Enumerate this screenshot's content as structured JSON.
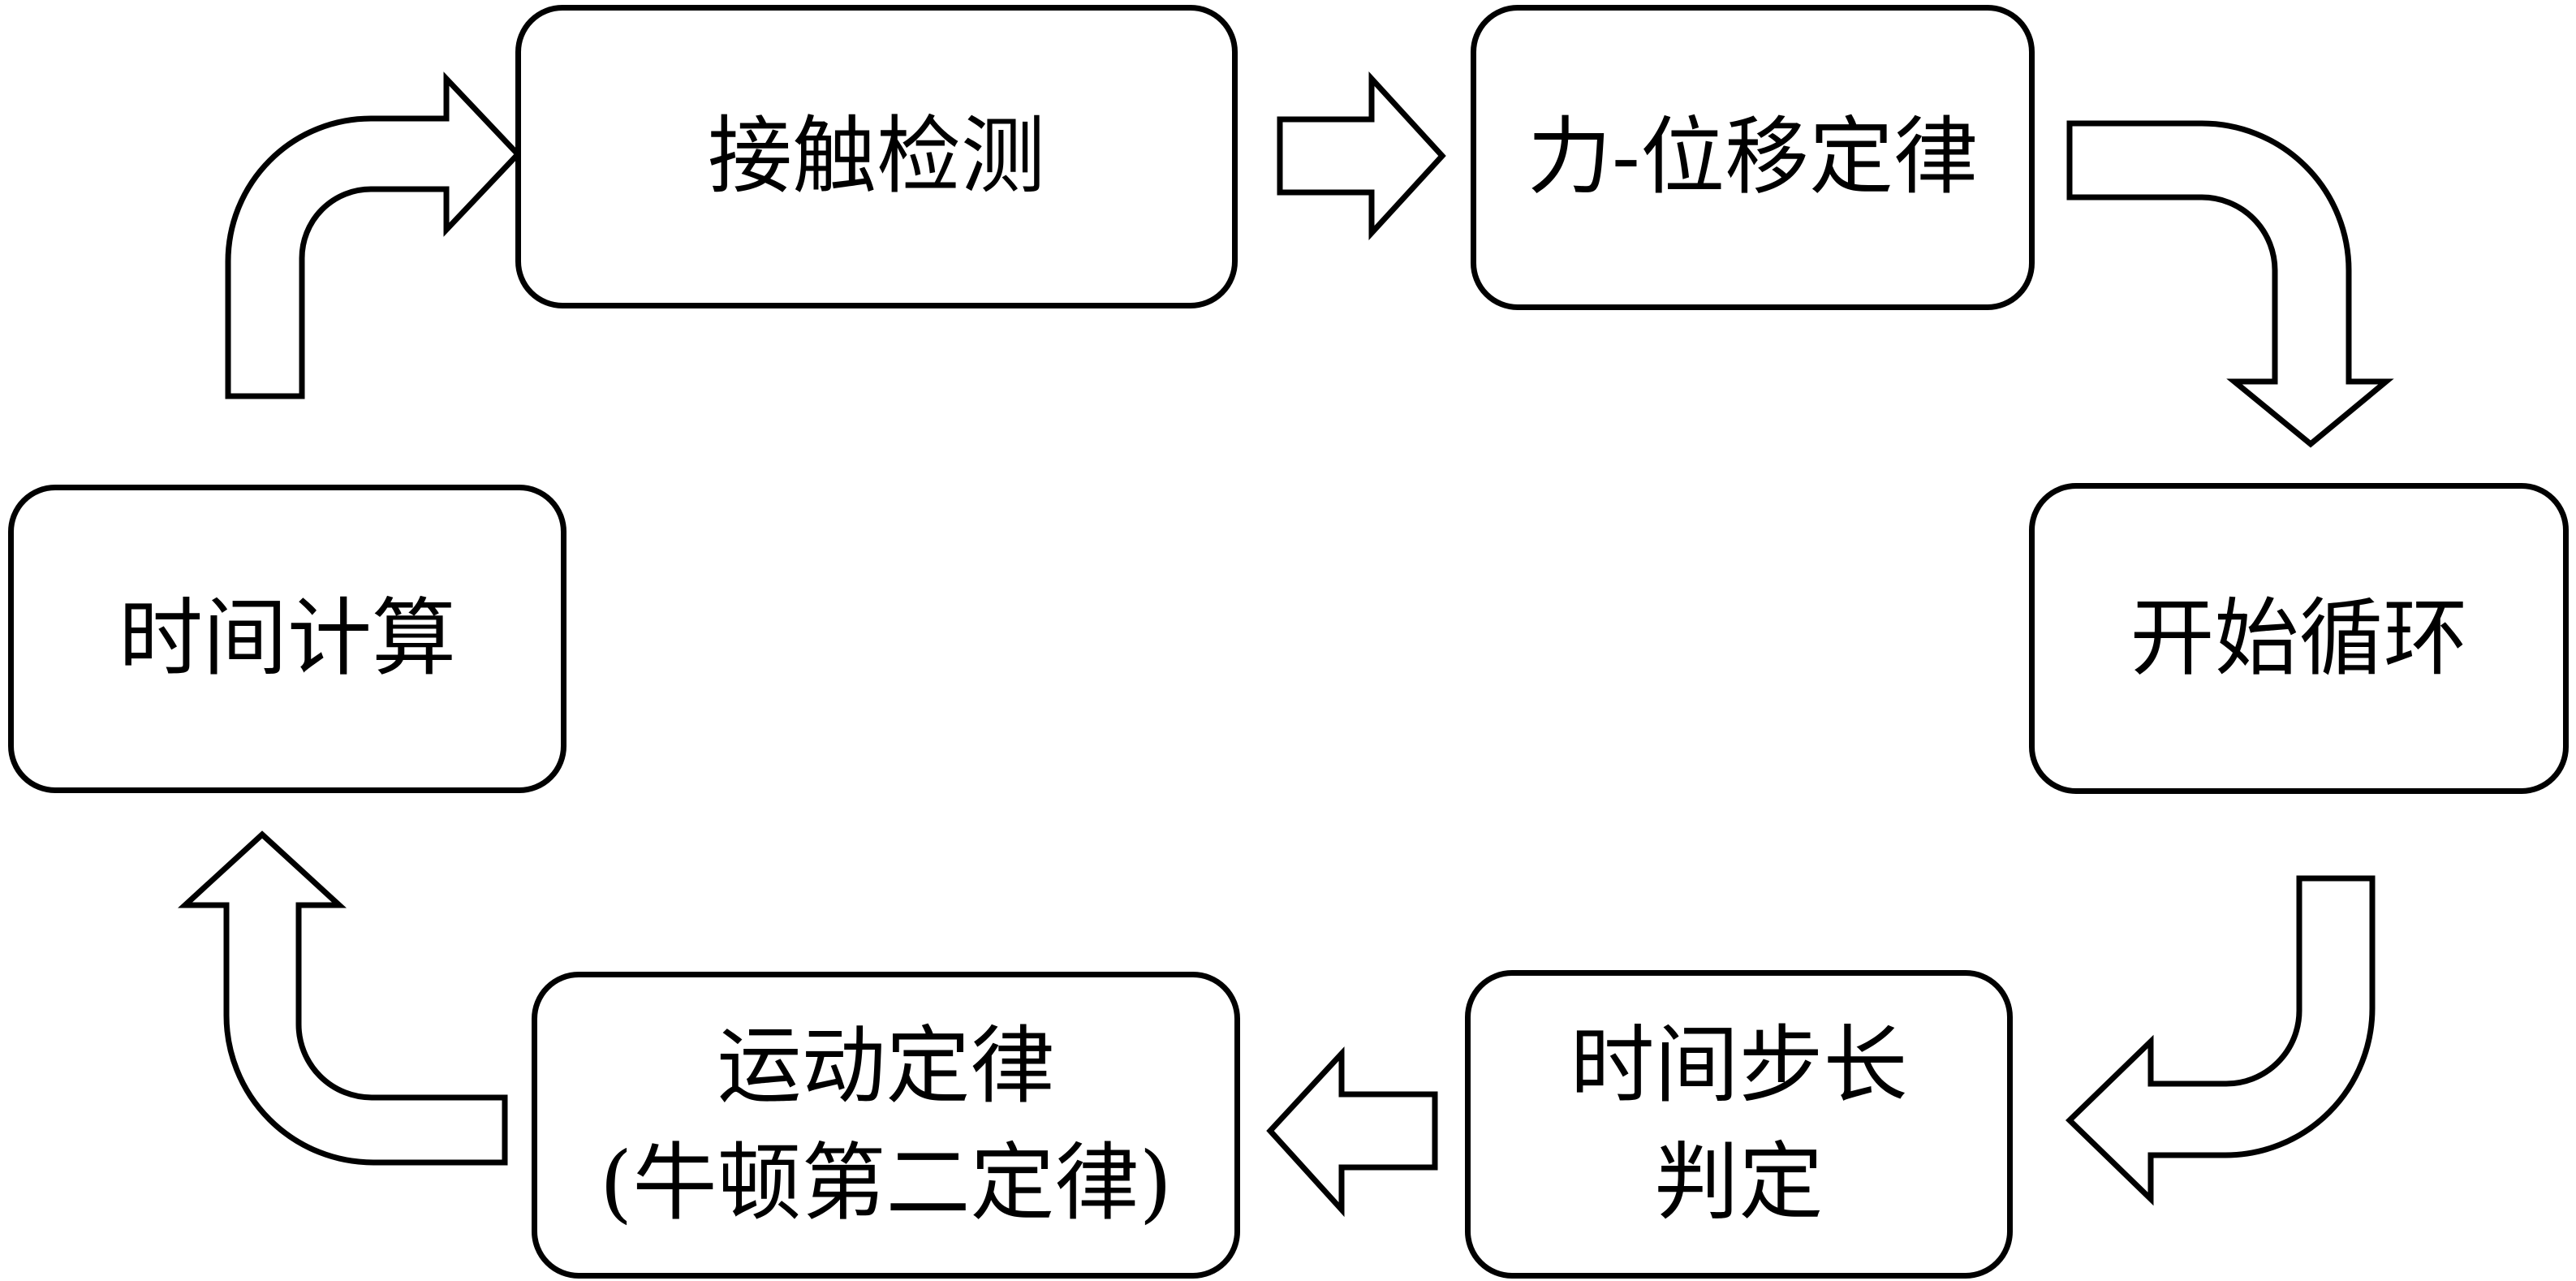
{
  "diagram": {
    "background_color": "#ffffff",
    "stroke_color": "#000000",
    "node_fill_color": "#ffffff",
    "type": "cyclic-flowchart",
    "nodes": [
      {
        "id": "contact-detection",
        "label": "接触检测"
      },
      {
        "id": "force-displacement-law",
        "label": "力-位移定律"
      },
      {
        "id": "start-loop",
        "label": "开始循环"
      },
      {
        "id": "time-step-judgement",
        "lines": [
          "时间步长",
          "判定"
        ]
      },
      {
        "id": "motion-law",
        "lines": [
          "运动定律",
          "(牛顿第二定律)"
        ]
      },
      {
        "id": "time-calculation",
        "label": "时间计算"
      }
    ],
    "edges": [
      {
        "from": "time-calculation",
        "to": "contact-detection",
        "shape": "curved-up-then-right"
      },
      {
        "from": "contact-detection",
        "to": "force-displacement-law",
        "shape": "straight-right"
      },
      {
        "from": "force-displacement-law",
        "to": "start-loop",
        "shape": "curved-right-then-down"
      },
      {
        "from": "start-loop",
        "to": "time-step-judgement",
        "shape": "curved-down-then-left"
      },
      {
        "from": "time-step-judgement",
        "to": "motion-law",
        "shape": "straight-left"
      },
      {
        "from": "motion-law",
        "to": "time-calculation",
        "shape": "curved-left-then-up"
      }
    ]
  }
}
